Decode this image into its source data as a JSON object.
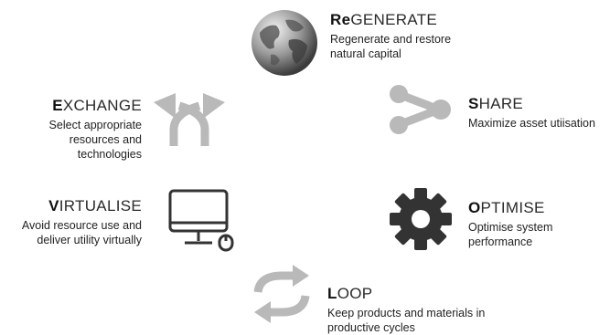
{
  "items": {
    "regenerate": {
      "bold": "Re",
      "rest": "GENERATE",
      "desc1": "Regenerate and restore",
      "desc2": "natural capital",
      "icon": "globe-icon"
    },
    "share": {
      "bold": "S",
      "rest": "HARE",
      "desc1": "Maximize asset utiisation",
      "icon": "share-icon"
    },
    "optimise": {
      "bold": "O",
      "rest": "PTIMISE",
      "desc1": "Optimise system",
      "desc2": "performance",
      "icon": "gear-icon"
    },
    "loop": {
      "bold": "L",
      "rest": "OOP",
      "desc1": "Keep products and materials in",
      "desc2": "productive cycles",
      "icon": "recycle-arrows-icon"
    },
    "virtualise": {
      "bold": "V",
      "rest": "IRTUALISE",
      "desc1": "Avoid resource use and",
      "desc2": "deliver utility virtually",
      "icon": "computer-monitor-icon"
    },
    "exchange": {
      "bold": "E",
      "rest": "XCHANGE",
      "desc1": "Select appropriate",
      "desc2": "resources and",
      "desc3": "technologies",
      "icon": "exchange-arrows-icon"
    }
  },
  "colors": {
    "icon_light": "#b9b9b9",
    "icon_dark": "#333333"
  }
}
